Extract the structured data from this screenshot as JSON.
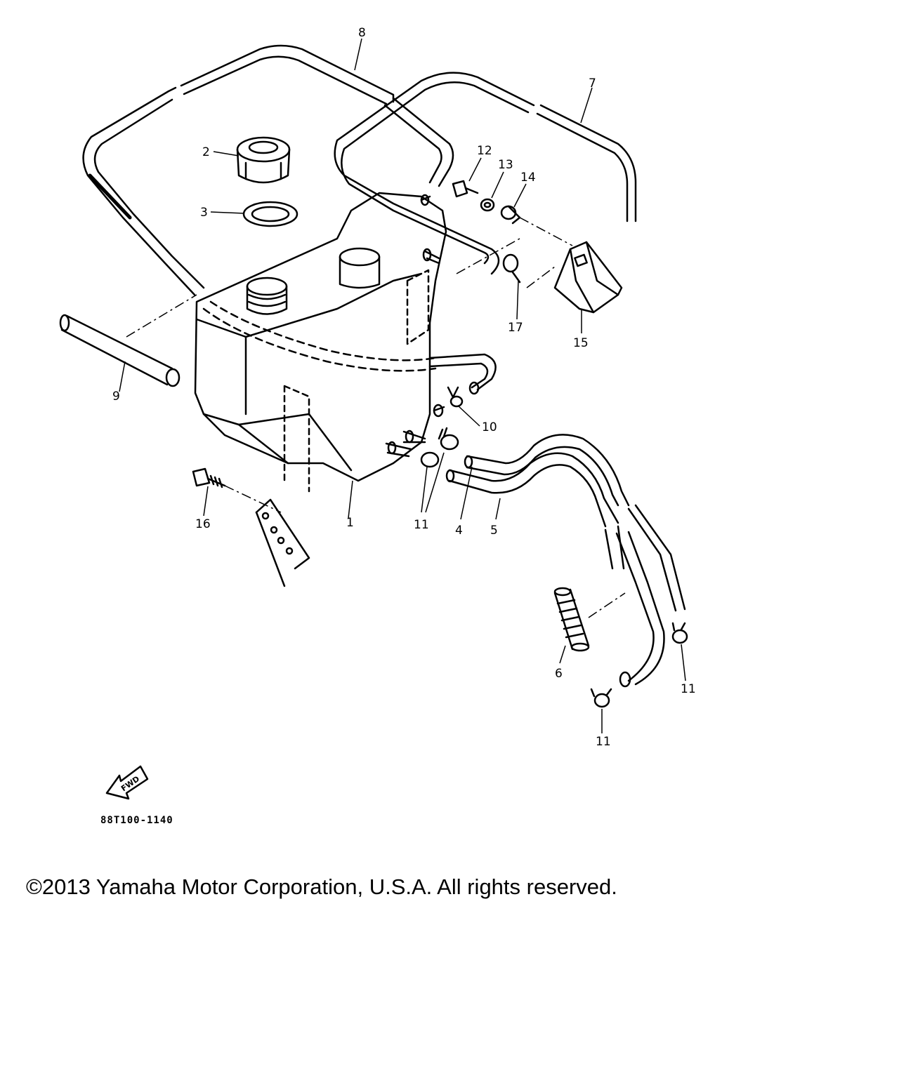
{
  "diagram": {
    "part_number": "88T100-1140",
    "fwd_label": "FWD",
    "callouts": [
      {
        "id": "c1",
        "label": "1"
      },
      {
        "id": "c2",
        "label": "2"
      },
      {
        "id": "c3",
        "label": "3"
      },
      {
        "id": "c4",
        "label": "4"
      },
      {
        "id": "c5",
        "label": "5"
      },
      {
        "id": "c6",
        "label": "6"
      },
      {
        "id": "c7",
        "label": "7"
      },
      {
        "id": "c8",
        "label": "8"
      },
      {
        "id": "c9",
        "label": "9"
      },
      {
        "id": "c10",
        "label": "10"
      },
      {
        "id": "c11a",
        "label": "11"
      },
      {
        "id": "c11b",
        "label": "11"
      },
      {
        "id": "c11c",
        "label": "11"
      },
      {
        "id": "c12",
        "label": "12"
      },
      {
        "id": "c13",
        "label": "13"
      },
      {
        "id": "c14",
        "label": "14"
      },
      {
        "id": "c15",
        "label": "15"
      },
      {
        "id": "c16",
        "label": "16"
      },
      {
        "id": "c17",
        "label": "17"
      }
    ]
  },
  "footer": {
    "copyright": "©2013 Yamaha Motor Corporation, U.S.A. All rights reserved."
  }
}
